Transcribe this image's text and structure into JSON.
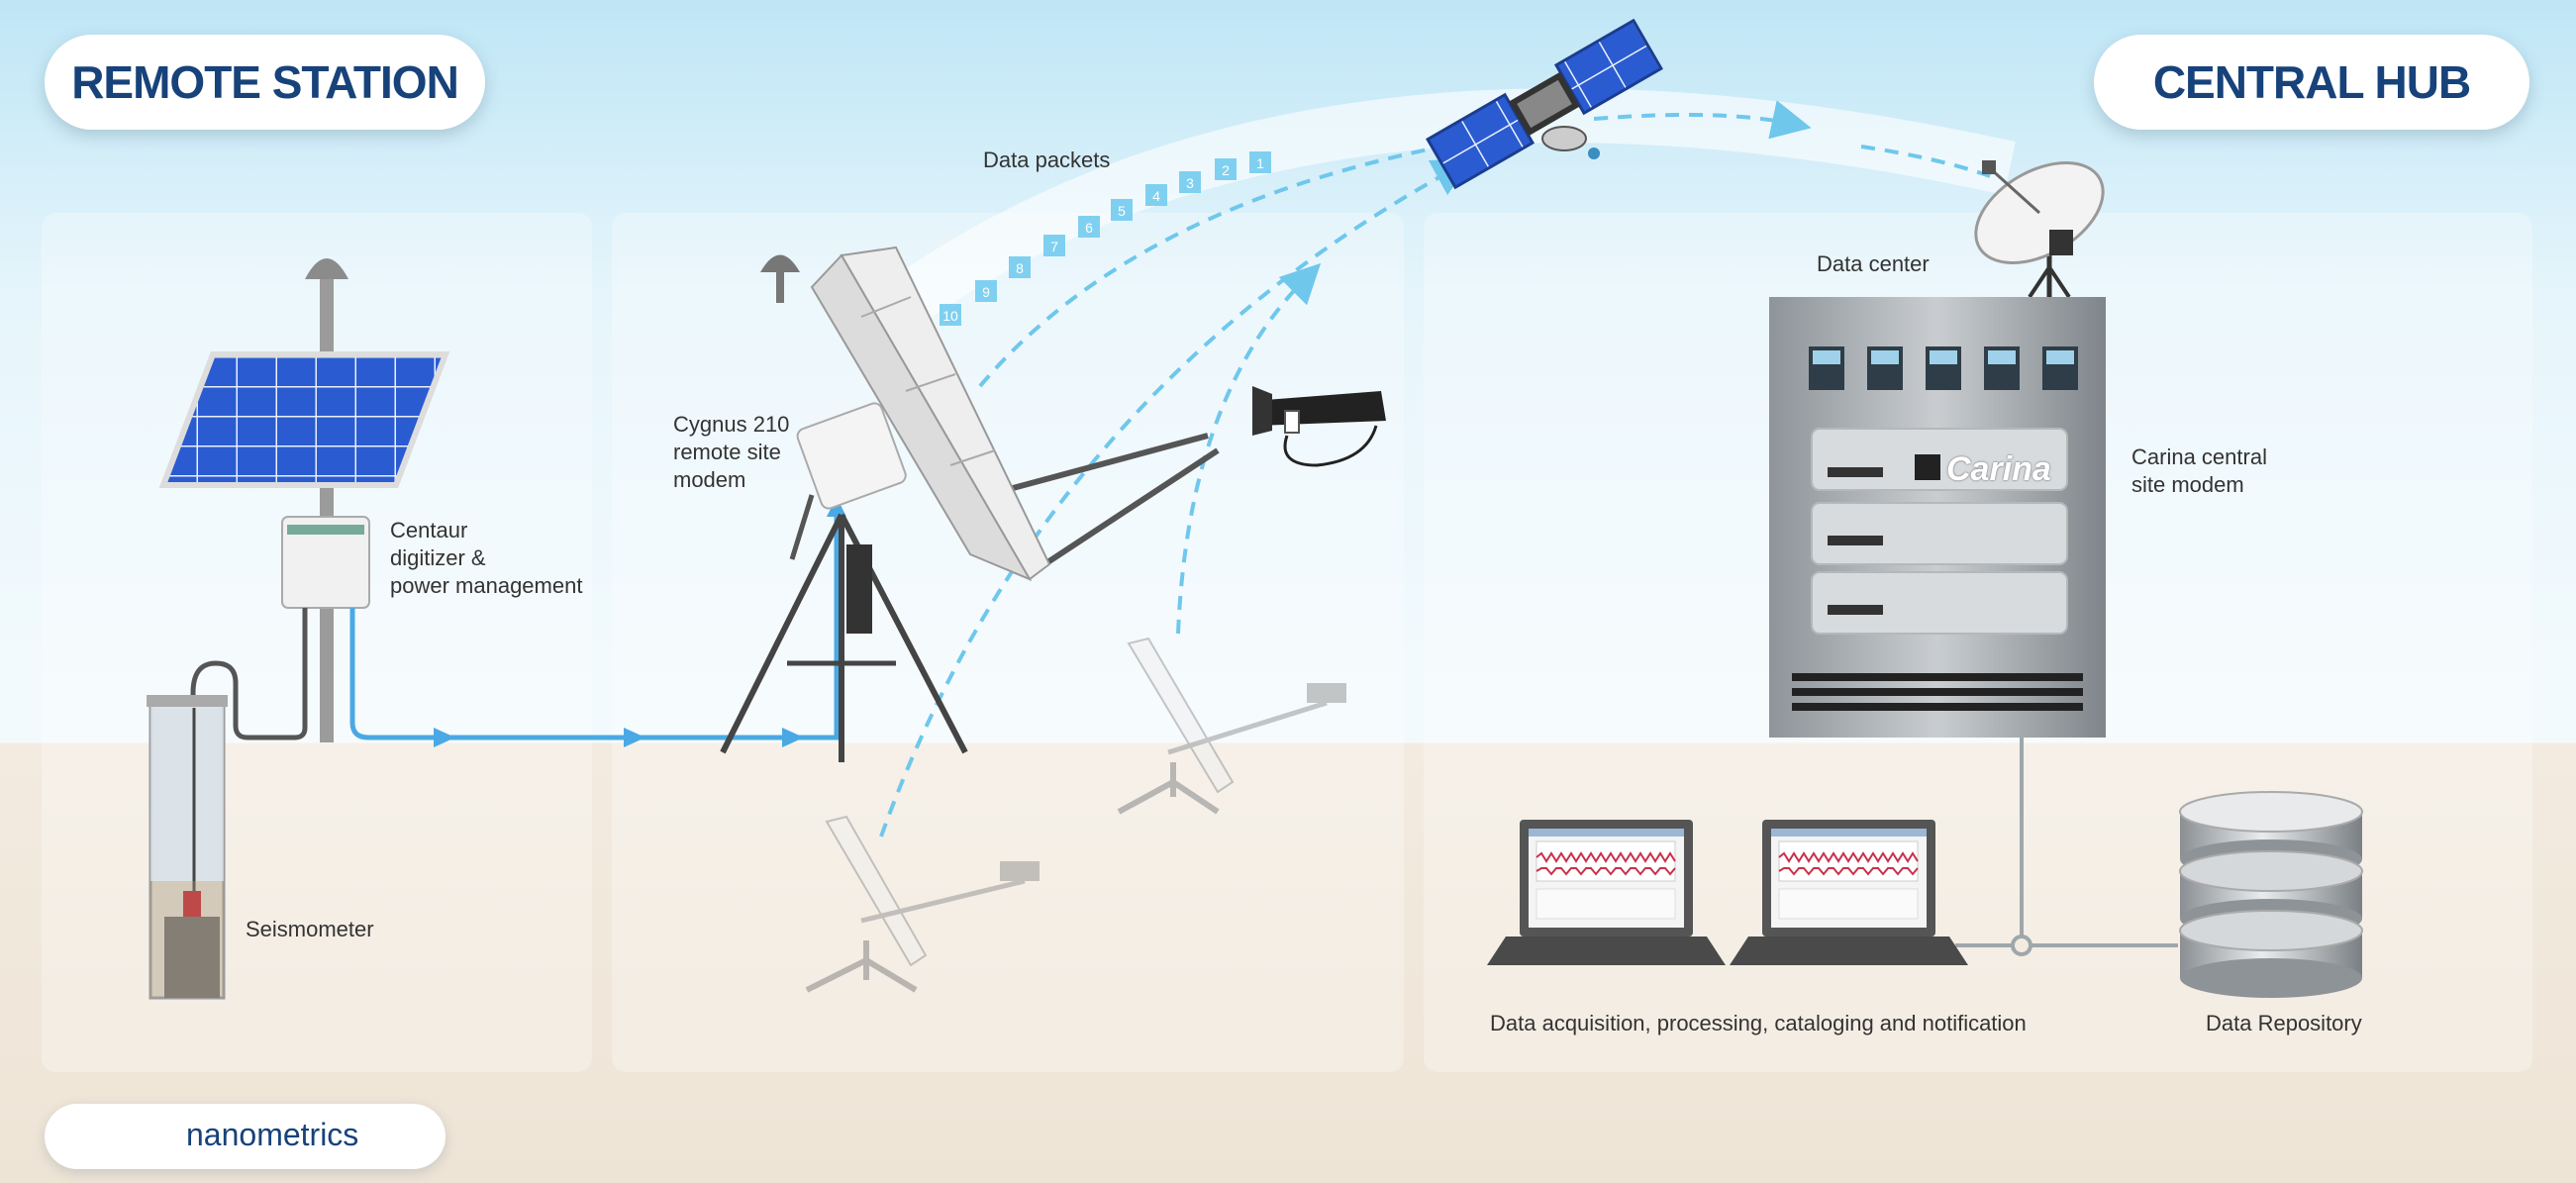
{
  "headers": {
    "remote_station": "REMOTE STATION",
    "central_hub": "CENTRAL HUB"
  },
  "labels": {
    "data_packets": "Data packets",
    "cygnus": "Cygnus 210\nremote site\nmodem",
    "centaur": "Centaur\ndigitizer &\npower management",
    "seismometer": "Seismometer",
    "data_center": "Data center",
    "carina": "Carina central\nsite modem",
    "acquisition": "Data acquisition, processing, cataloging and notification",
    "repository": "Data Repository"
  },
  "packets": [
    "1",
    "2",
    "3",
    "4",
    "5",
    "6",
    "7",
    "8",
    "9",
    "10"
  ],
  "brand": {
    "name": "nanometrics",
    "carina_logo": "Carina"
  },
  "colors": {
    "title": "#17427a",
    "flow": "#6fc7ec",
    "solar": "#2a56c7"
  }
}
